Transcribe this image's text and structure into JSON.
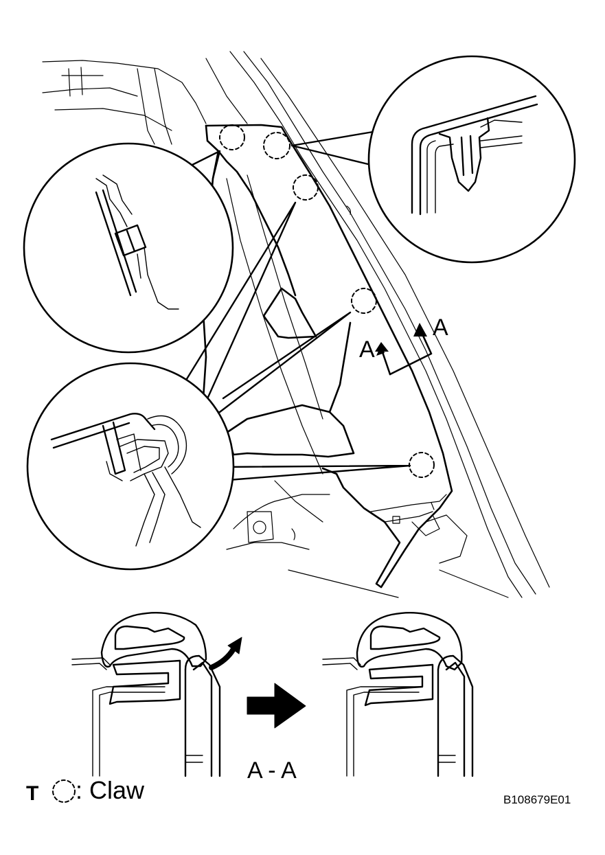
{
  "labels": {
    "section_left": "A",
    "section_right": "A",
    "section_title": "A - A",
    "legend_prefix": "T",
    "legend_text": ": Claw",
    "figure_code": "B108679E01"
  },
  "colors": {
    "line": "#000000",
    "background": "#ffffff"
  },
  "icons": {
    "claw_marker": "dashed-circle-icon",
    "direction_arrow": "solid-arrow-icon"
  }
}
